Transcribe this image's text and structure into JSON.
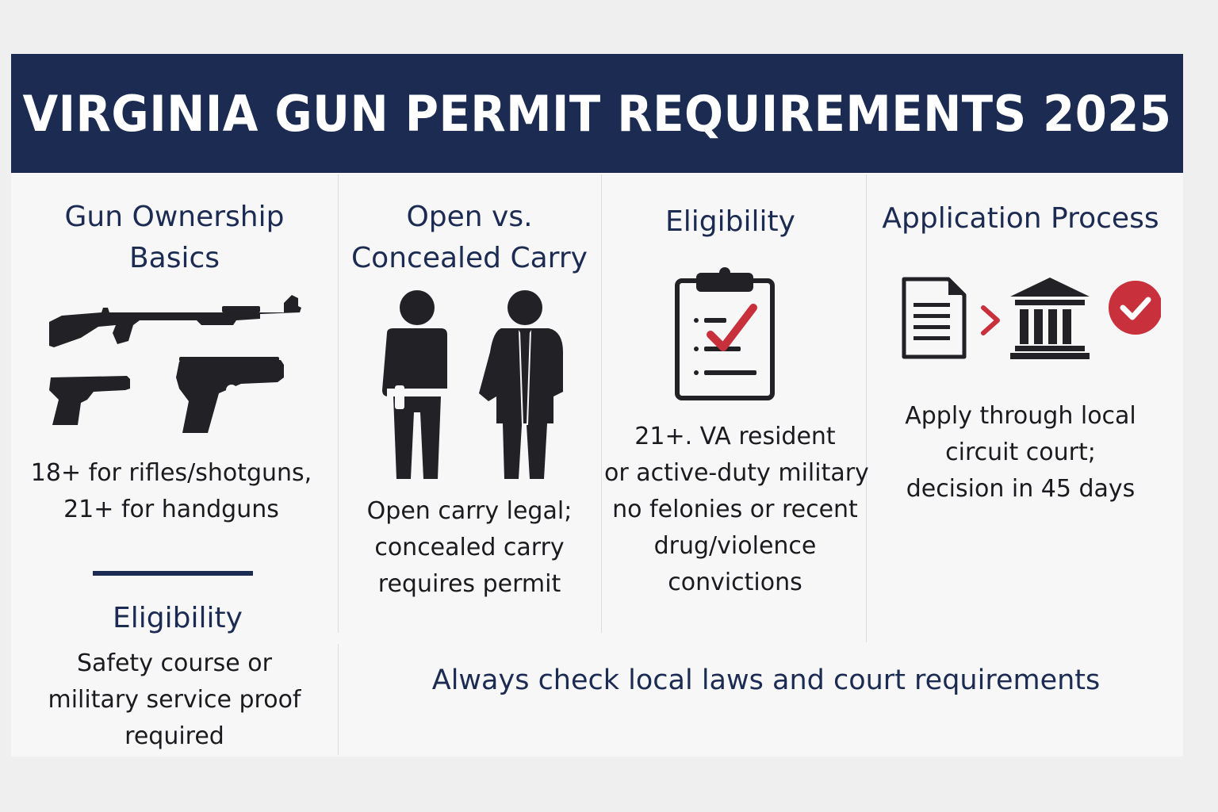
{
  "header": {
    "title": "VIRGINIA GUN PERMIT REQUIREMENTS 2025"
  },
  "colors": {
    "navy": "#1c2b52",
    "icon_dark": "#222226",
    "accent_red": "#c8303c",
    "background": "#f7f7f8"
  },
  "columns": {
    "ownership": {
      "title_lines": [
        "Gun Ownership",
        "Basics"
      ],
      "icon": "firearms-icon",
      "text_lines": [
        "18+ for rifles/shotguns,",
        "21+ for handguns"
      ]
    },
    "carry": {
      "title_lines": [
        "Open vs.",
        "Concealed Carry"
      ],
      "icon": "open-vs-concealed-carry-icon",
      "text_lines": [
        "Open carry legal;",
        "concealed carry",
        "requires permit"
      ]
    },
    "eligibility": {
      "title_lines": [
        "Eligibility"
      ],
      "icon": "clipboard-checklist-icon",
      "text_lines": [
        "21+. VA resident",
        "or active-duty military",
        "no felonies or recent",
        "drug/violence",
        "convictions"
      ]
    },
    "application": {
      "title_lines": [
        "Application Process"
      ],
      "icon": "document-to-courthouse-approved-icon",
      "text_lines": [
        "Apply through local",
        "circuit court;",
        "decision in 45 days"
      ]
    }
  },
  "training": {
    "title": "Eligibility",
    "text_lines": [
      "Safety course or",
      "military service proof",
      "required"
    ]
  },
  "footer": {
    "note": "Always check local laws and court requirements"
  }
}
